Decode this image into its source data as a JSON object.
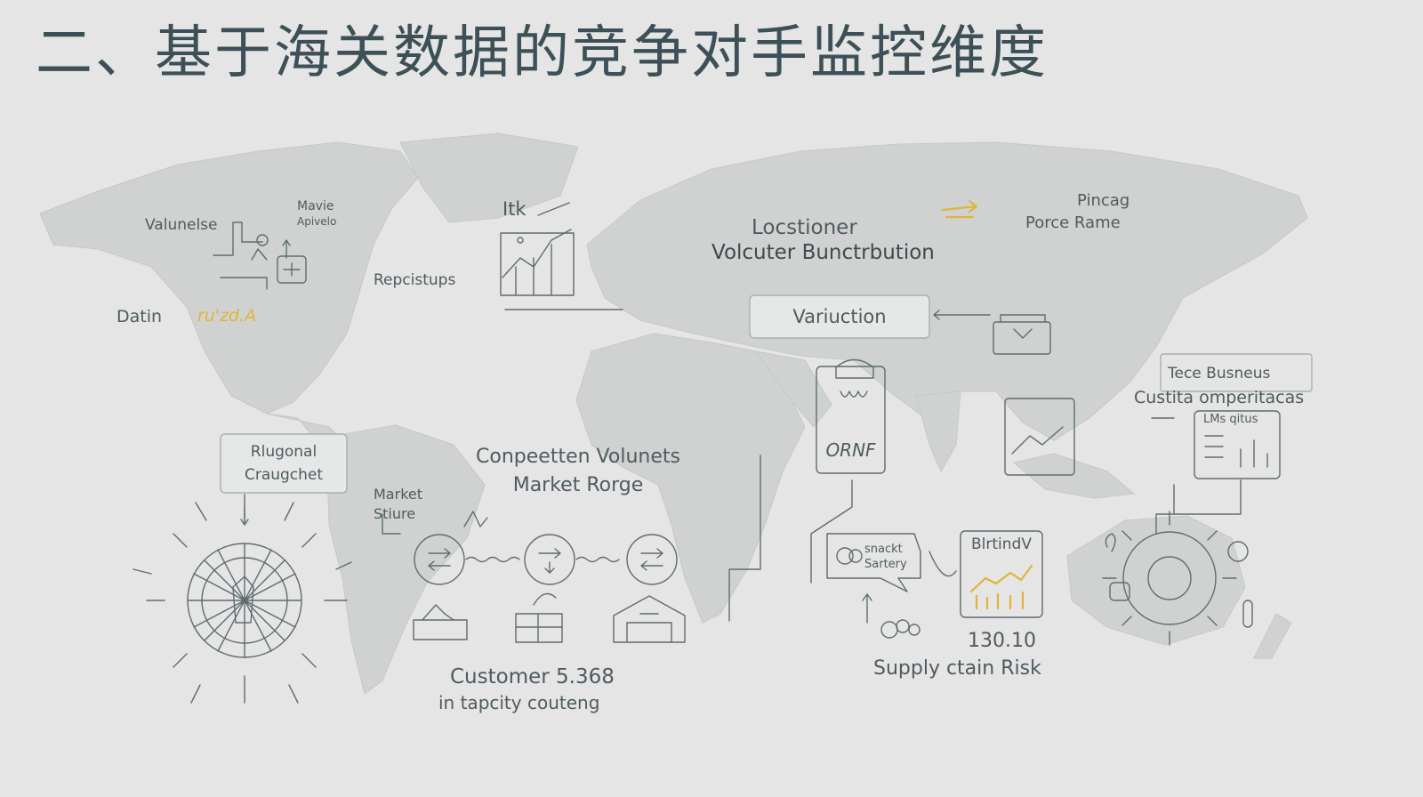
{
  "title": "二、基于海关数据的竞争对手监控维度",
  "labels": {
    "valunelse": "Valunelse",
    "mavie_line1": "Mavie",
    "mavie_line2": "Apivelo",
    "datin": "Datin",
    "gold_na": "ru'zd.A",
    "repcistups": "Repcistups",
    "itk": "Itk",
    "locstioner": "Locstioner",
    "volcuter": "Volcuter Bunctrbution",
    "pincag": "Pincag",
    "porce_rame": "Porce Rame",
    "variuction": "Variuction",
    "tece_busneus": "Tece Busneus",
    "custita": "Custita omperitacas",
    "lms_qitus": "LMs qitus",
    "rlugonal": "Rlugonal",
    "craugchet": "Craugchet",
    "market": "Market",
    "stiure": "Stiure",
    "conpeetten": "Conpeetten Volunets",
    "market_rorge": "Market Rorge",
    "orrf": "ORNF",
    "snackt": "snackt",
    "sartery": "Sartery",
    "blrtindv": "BlrtindV",
    "value_13010": "130.10",
    "supply_chain": "Supply ctain Risk",
    "customer": "Customer 5.368",
    "tapcity": "in tapcity couteng"
  },
  "colors": {
    "background": "#e4e5e4",
    "land": "#cfd2d0",
    "line": "#5f6d70",
    "accent": "#e0b43a"
  }
}
